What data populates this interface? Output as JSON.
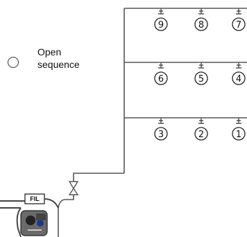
{
  "legend": {
    "line1": "Open",
    "line2": "sequence",
    "icon": "open-circle-icon"
  },
  "filter_label": "FIL",
  "sprinklers": [
    {
      "number": "9"
    },
    {
      "number": "8"
    },
    {
      "number": "7"
    },
    {
      "number": "6"
    },
    {
      "number": "5"
    },
    {
      "number": "4"
    },
    {
      "number": "3"
    },
    {
      "number": "2"
    },
    {
      "number": "1"
    }
  ]
}
